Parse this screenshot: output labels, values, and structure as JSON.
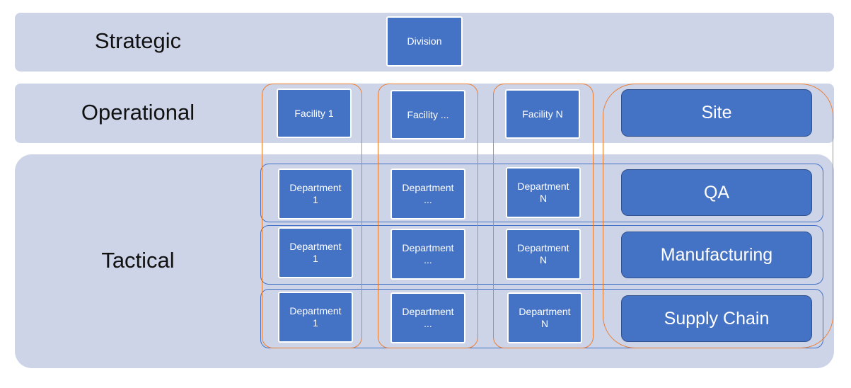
{
  "levels": {
    "strategic": "Strategic",
    "operational": "Operational",
    "tactical": "Tactical"
  },
  "division": "Division",
  "facilities": [
    "Facility 1",
    "Facility ...",
    "Facility N"
  ],
  "departments": [
    [
      "Department\n1",
      "Department\n...",
      "Department\nN"
    ],
    [
      "Department\n1",
      "Department\n...",
      "Department\nN"
    ],
    [
      "Department\n1",
      "Department\n...",
      "Department\nN"
    ]
  ],
  "site": {
    "label": "Site",
    "functions": [
      "QA",
      "Manufacturing",
      "Supply Chain"
    ]
  },
  "colors": {
    "band": "#cdd4e8",
    "box_fill": "#4472c4",
    "row_frame": "#4472c4",
    "column_frame": "#ed7d31"
  }
}
